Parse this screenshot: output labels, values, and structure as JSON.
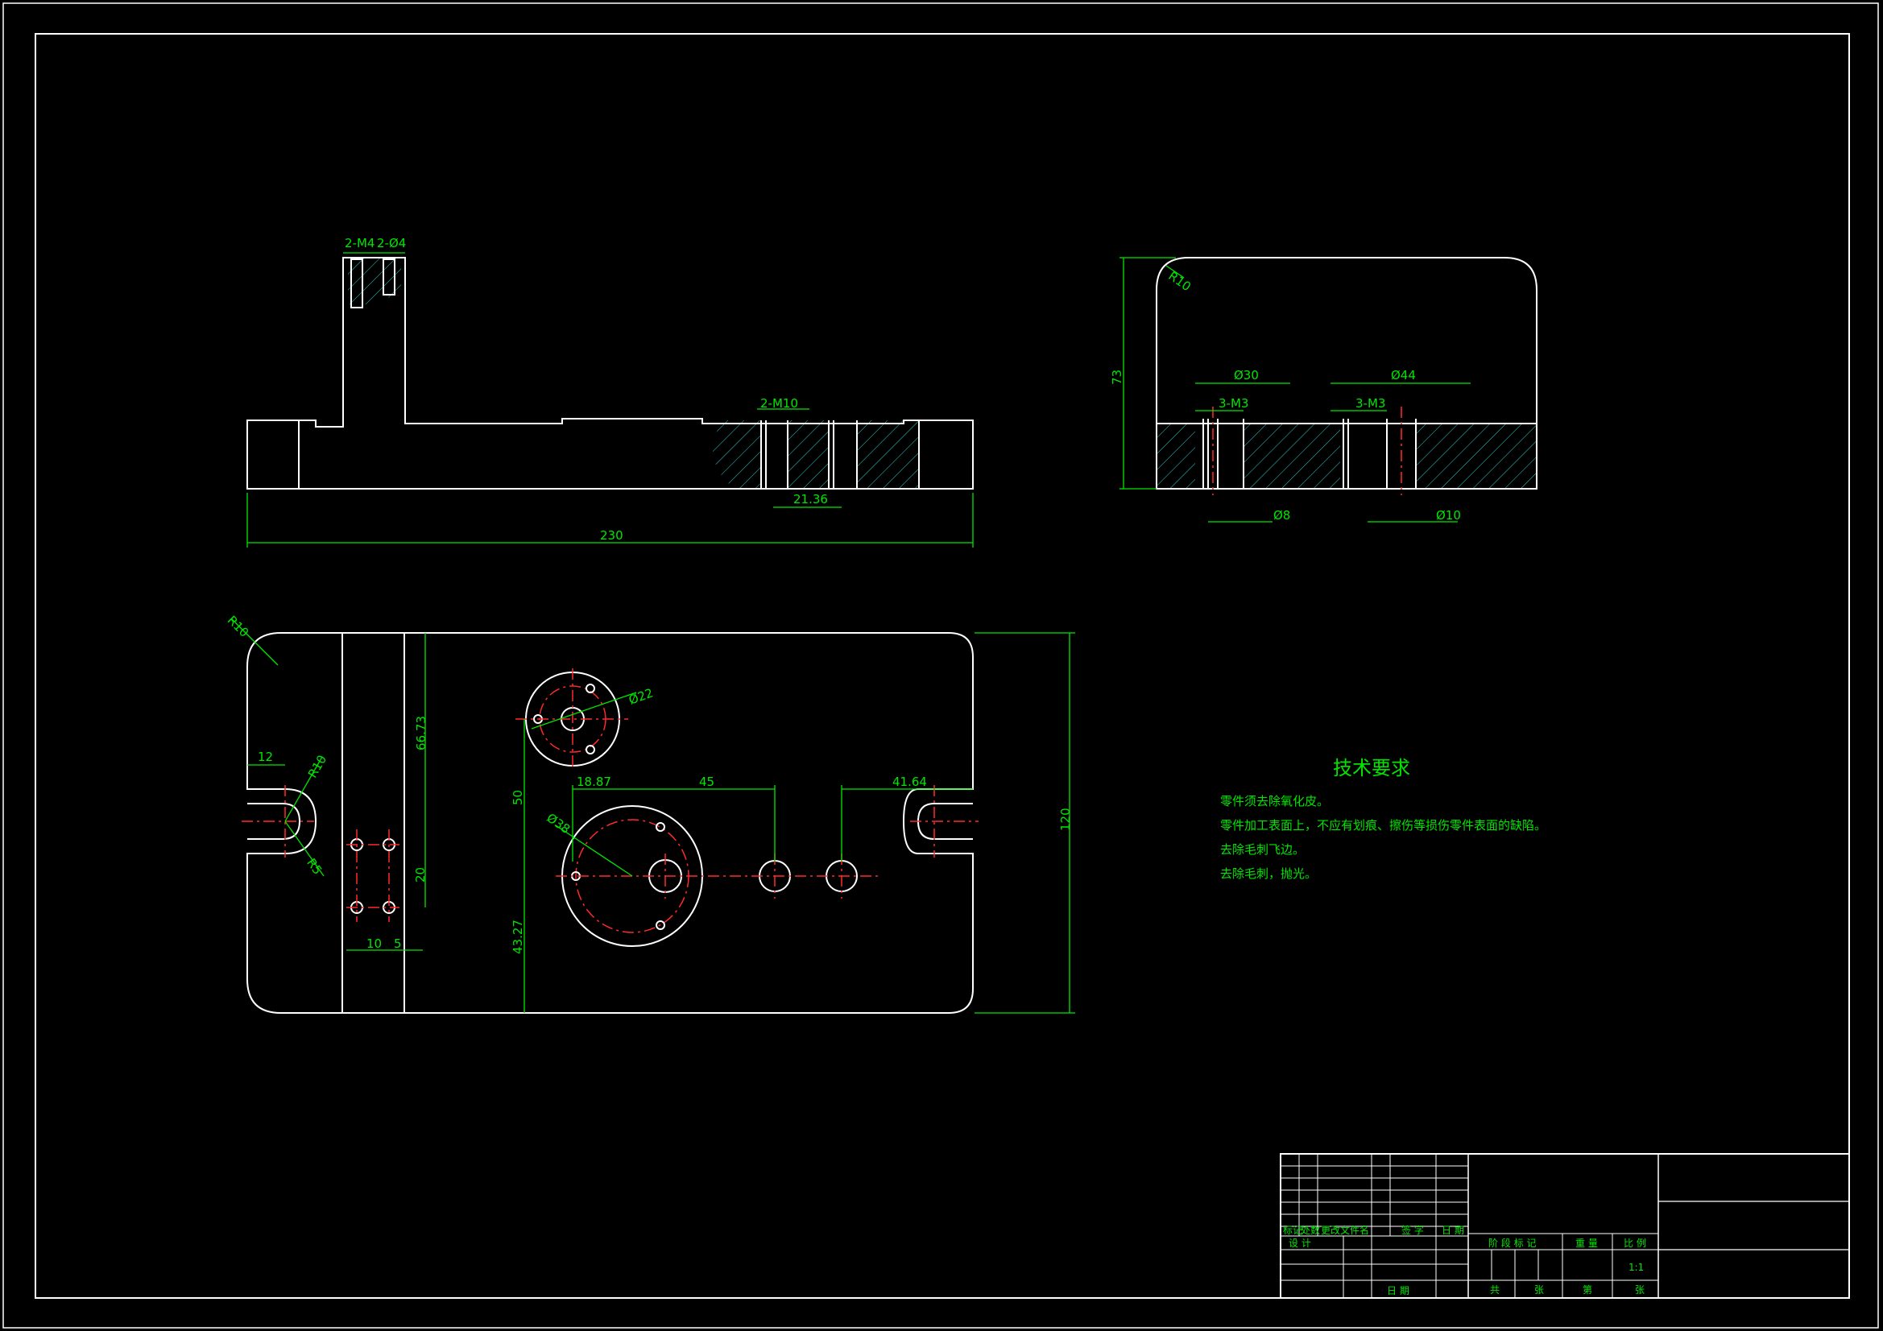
{
  "dimensions": {
    "front_top_thread": "2-M4",
    "front_top_hole": "2-Ø4",
    "front_thread": "2-M10",
    "front_spacing": "21.36",
    "overall_length": "230",
    "side_radius": "R10",
    "side_bore_1": "Ø30",
    "side_bore_2": "Ø44",
    "side_thread_1": "3-M3",
    "side_thread_2": "3-M3",
    "side_height": "73",
    "side_hole_1": "Ø8",
    "side_hole_2": "Ø10",
    "plan_corner_radius": "R10",
    "plan_slot_width": "12",
    "plan_slot_radius": "R10",
    "plan_slot_small_radius": "R5",
    "plan_height_1": "66.73",
    "plan_height_2": "50",
    "plan_height_3": "20",
    "plan_height_4": "43.27",
    "plan_pitch_1": "10",
    "plan_pitch_2": "5",
    "plan_circle_small": "Ø22",
    "plan_circle_large": "Ø38",
    "plan_offset_1": "18.87",
    "plan_offset_2": "45",
    "plan_offset_3": "41.64",
    "plan_width": "120"
  },
  "technical_requirements": {
    "title": "技术要求",
    "items": [
      "零件须去除氧化皮。",
      "零件加工表面上，不应有划痕、擦伤等损伤零件表面的缺陷。",
      "去除毛刺飞边。",
      "去除毛刺，抛光。"
    ]
  },
  "title_block": {
    "rev_headers": [
      "标记",
      "处数",
      "更改文件名",
      "签 字",
      "日 期"
    ],
    "design_label": "设 计",
    "date_label": "日 期",
    "stage_label": "阶 段 标 记",
    "weight_label": "重 量",
    "scale_label": "比 例",
    "scale_value": "1:1",
    "sheets_total_label": "共",
    "sheets_unit_label": "张",
    "sheet_no_label": "第",
    "sheet_no_unit_label": "张"
  }
}
